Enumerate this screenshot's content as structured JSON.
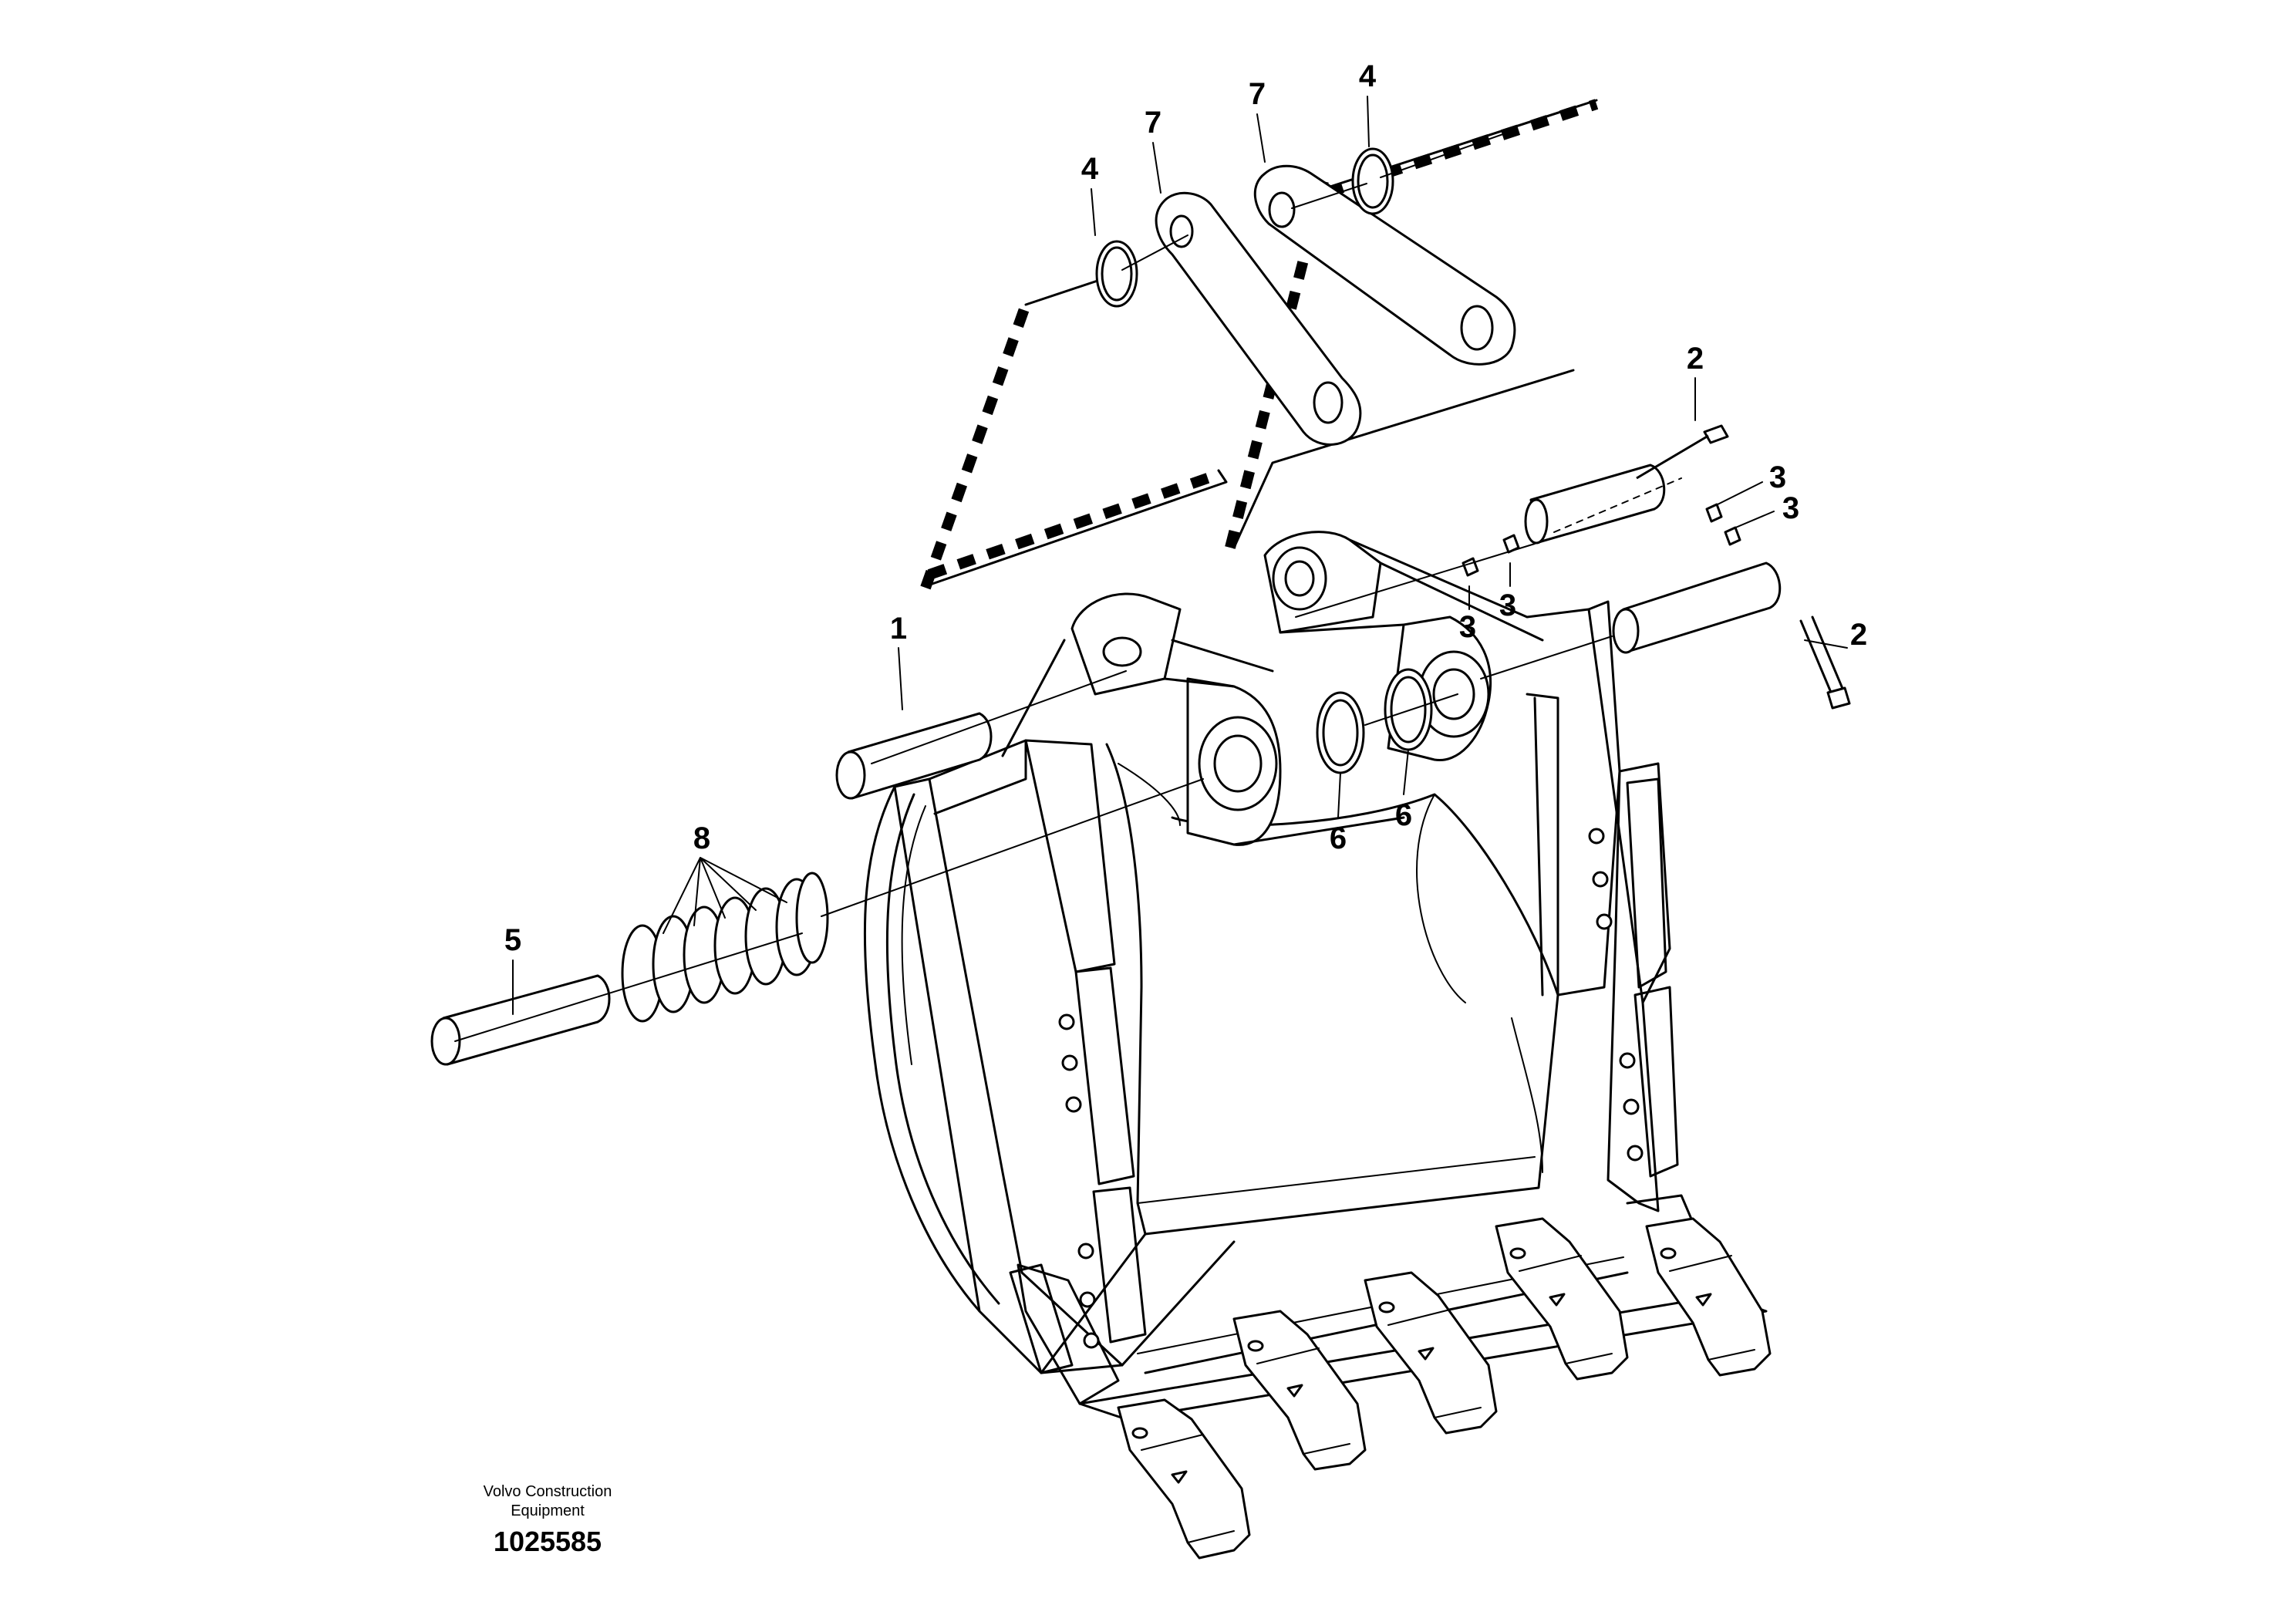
{
  "drawing": {
    "callouts": [
      {
        "id": "c1",
        "label": "1"
      },
      {
        "id": "c2a",
        "label": "2"
      },
      {
        "id": "c2b",
        "label": "2"
      },
      {
        "id": "c3a",
        "label": "3"
      },
      {
        "id": "c3b",
        "label": "3"
      },
      {
        "id": "c3c",
        "label": "3"
      },
      {
        "id": "c3d",
        "label": "3"
      },
      {
        "id": "c4a",
        "label": "4"
      },
      {
        "id": "c4b",
        "label": "4"
      },
      {
        "id": "c5",
        "label": "5"
      },
      {
        "id": "c6a",
        "label": "6"
      },
      {
        "id": "c6b",
        "label": "6"
      },
      {
        "id": "c7a",
        "label": "7"
      },
      {
        "id": "c7b",
        "label": "7"
      },
      {
        "id": "c8",
        "label": "8"
      }
    ]
  },
  "publisher": {
    "line1": "Volvo Construction",
    "line2": "Equipment"
  },
  "illustration_number": "1025585"
}
